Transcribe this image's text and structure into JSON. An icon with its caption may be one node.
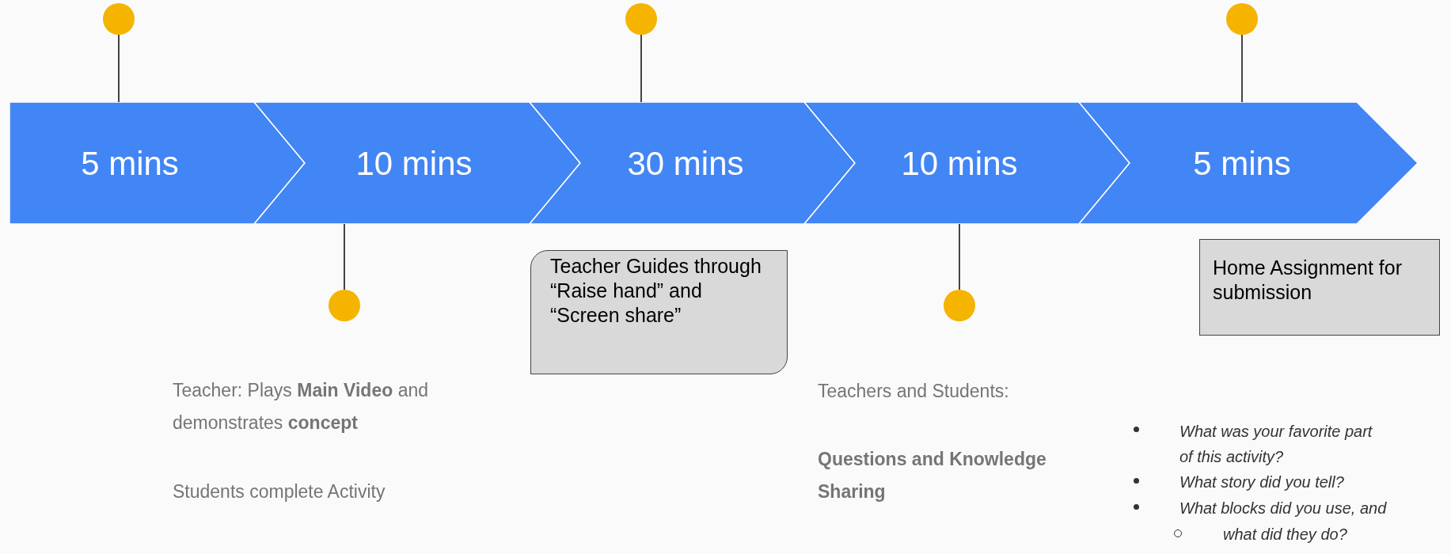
{
  "diagram": {
    "nodes": [
      {
        "text": [
          "5 mins"
        ]
      },
      {
        "text": [
          "10 mins"
        ]
      },
      {
        "text": [
          "30 mins"
        ]
      },
      {
        "text": [
          "10 mins"
        ]
      },
      {
        "text": [
          "5 mins"
        ]
      },
      {
        "text": [],
        "shape": "circle"
      },
      {
        "text": [],
        "shape": "circle"
      },
      {
        "text": [],
        "shape": "circle"
      },
      {
        "text": [],
        "shape": "circle"
      },
      {
        "text": [],
        "shape": "circle"
      },
      {
        "text": [
          "Teacher Guides through “Raise hand” and “Screen share”"
        ]
      },
      {
        "text": [
          "Home Assignment for submission"
        ]
      }
    ],
    "edges": [
      {
        "from": 5,
        "to": 0,
        "arrow": "none"
      },
      {
        "from": 6,
        "to": 1,
        "arrow": "none"
      },
      {
        "from": 7,
        "to": 2,
        "arrow": "none"
      },
      {
        "from": 8,
        "to": 3,
        "arrow": "none"
      },
      {
        "from": 9,
        "to": 4,
        "arrow": "none"
      }
    ],
    "labels": [
      "Teacher: Plays **Main Video** and demonstrates **concept**",
      "Students complete Activity",
      "Teachers and Students:",
      "Questions and Knowledge Sharing",
      "What was your favorite part of this activity?",
      "What story did you tell?",
      "What blocks did you use, and",
      "what did they do?"
    ]
  }
}
